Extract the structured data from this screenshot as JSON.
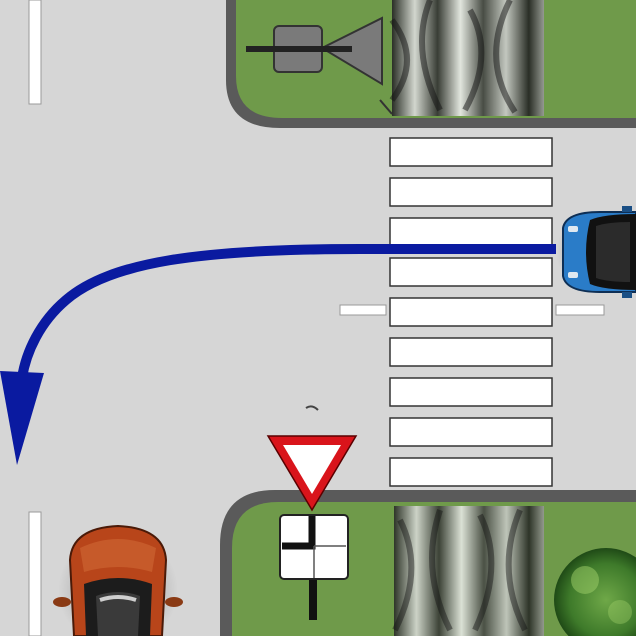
{
  "scene": {
    "type": "road-intersection-diagram",
    "colors": {
      "road": "#d6d6d6",
      "grass": "#6f9a4a",
      "curb": "#5a5a5a",
      "marking": "#ffffff",
      "arrow": "#0a1aa0",
      "blue_car": "#2a7cc8",
      "orange_car": "#b8451a",
      "yield_red": "#d9141b"
    },
    "elements": {
      "blue_car": {
        "color": "blue",
        "heading": "west",
        "maneuver": "left-turn"
      },
      "orange_car": {
        "color": "orange",
        "heading": "north"
      },
      "arrow": {
        "meaning": "path-left-turn"
      },
      "signs": [
        {
          "id": "yield-sign",
          "icon": "yield-triangle-icon"
        },
        {
          "id": "priority-road-direction-plate",
          "icon": "main-road-direction-icon"
        },
        {
          "id": "crosswalk-sign-rear",
          "icon": "sign-back-icon"
        }
      ]
    }
  }
}
